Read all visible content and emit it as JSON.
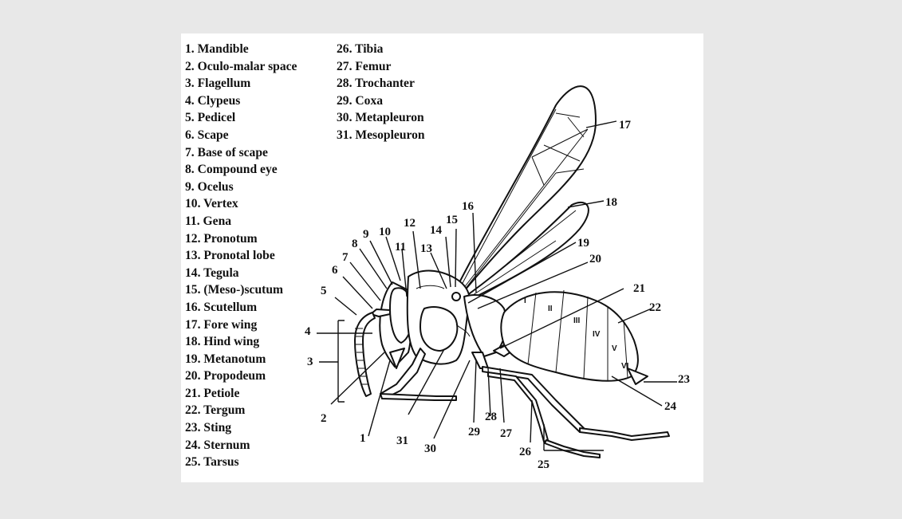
{
  "legend": [
    "1. Mandible",
    "2. Oculo-malar space",
    "3. Flagellum",
    "4. Clypeus",
    "5. Pedicel",
    "6. Scape",
    "7. Base of scape",
    "8. Compound eye",
    "9. Ocelus",
    "10. Vertex",
    "11. Gena",
    "12. Pronotum",
    "13. Pronotal lobe",
    "14. Tegula",
    "15. (Meso-)scutum",
    "16. Scutellum",
    "17. Fore wing",
    "18. Hind wing",
    "19. Metanotum",
    "20. Propodeum",
    "21. Petiole",
    "22. Tergum",
    "23. Sting",
    "24. Sternum",
    "25. Tarsus",
    "26. Tibia",
    "27. Femur",
    "28. Trochanter",
    "29. Coxa",
    "30. Metapleuron",
    "31. Mesopleuron"
  ],
  "callouts": [
    "1",
    "2",
    "3",
    "4",
    "5",
    "6",
    "7",
    "8",
    "9",
    "10",
    "11",
    "12",
    "13",
    "14",
    "15",
    "16",
    "17",
    "18",
    "19",
    "20",
    "21",
    "22",
    "23",
    "24",
    "25",
    "26",
    "27",
    "28",
    "29",
    "30",
    "31"
  ],
  "segments": [
    "I",
    "II",
    "III",
    "IV",
    "V",
    "VI"
  ]
}
